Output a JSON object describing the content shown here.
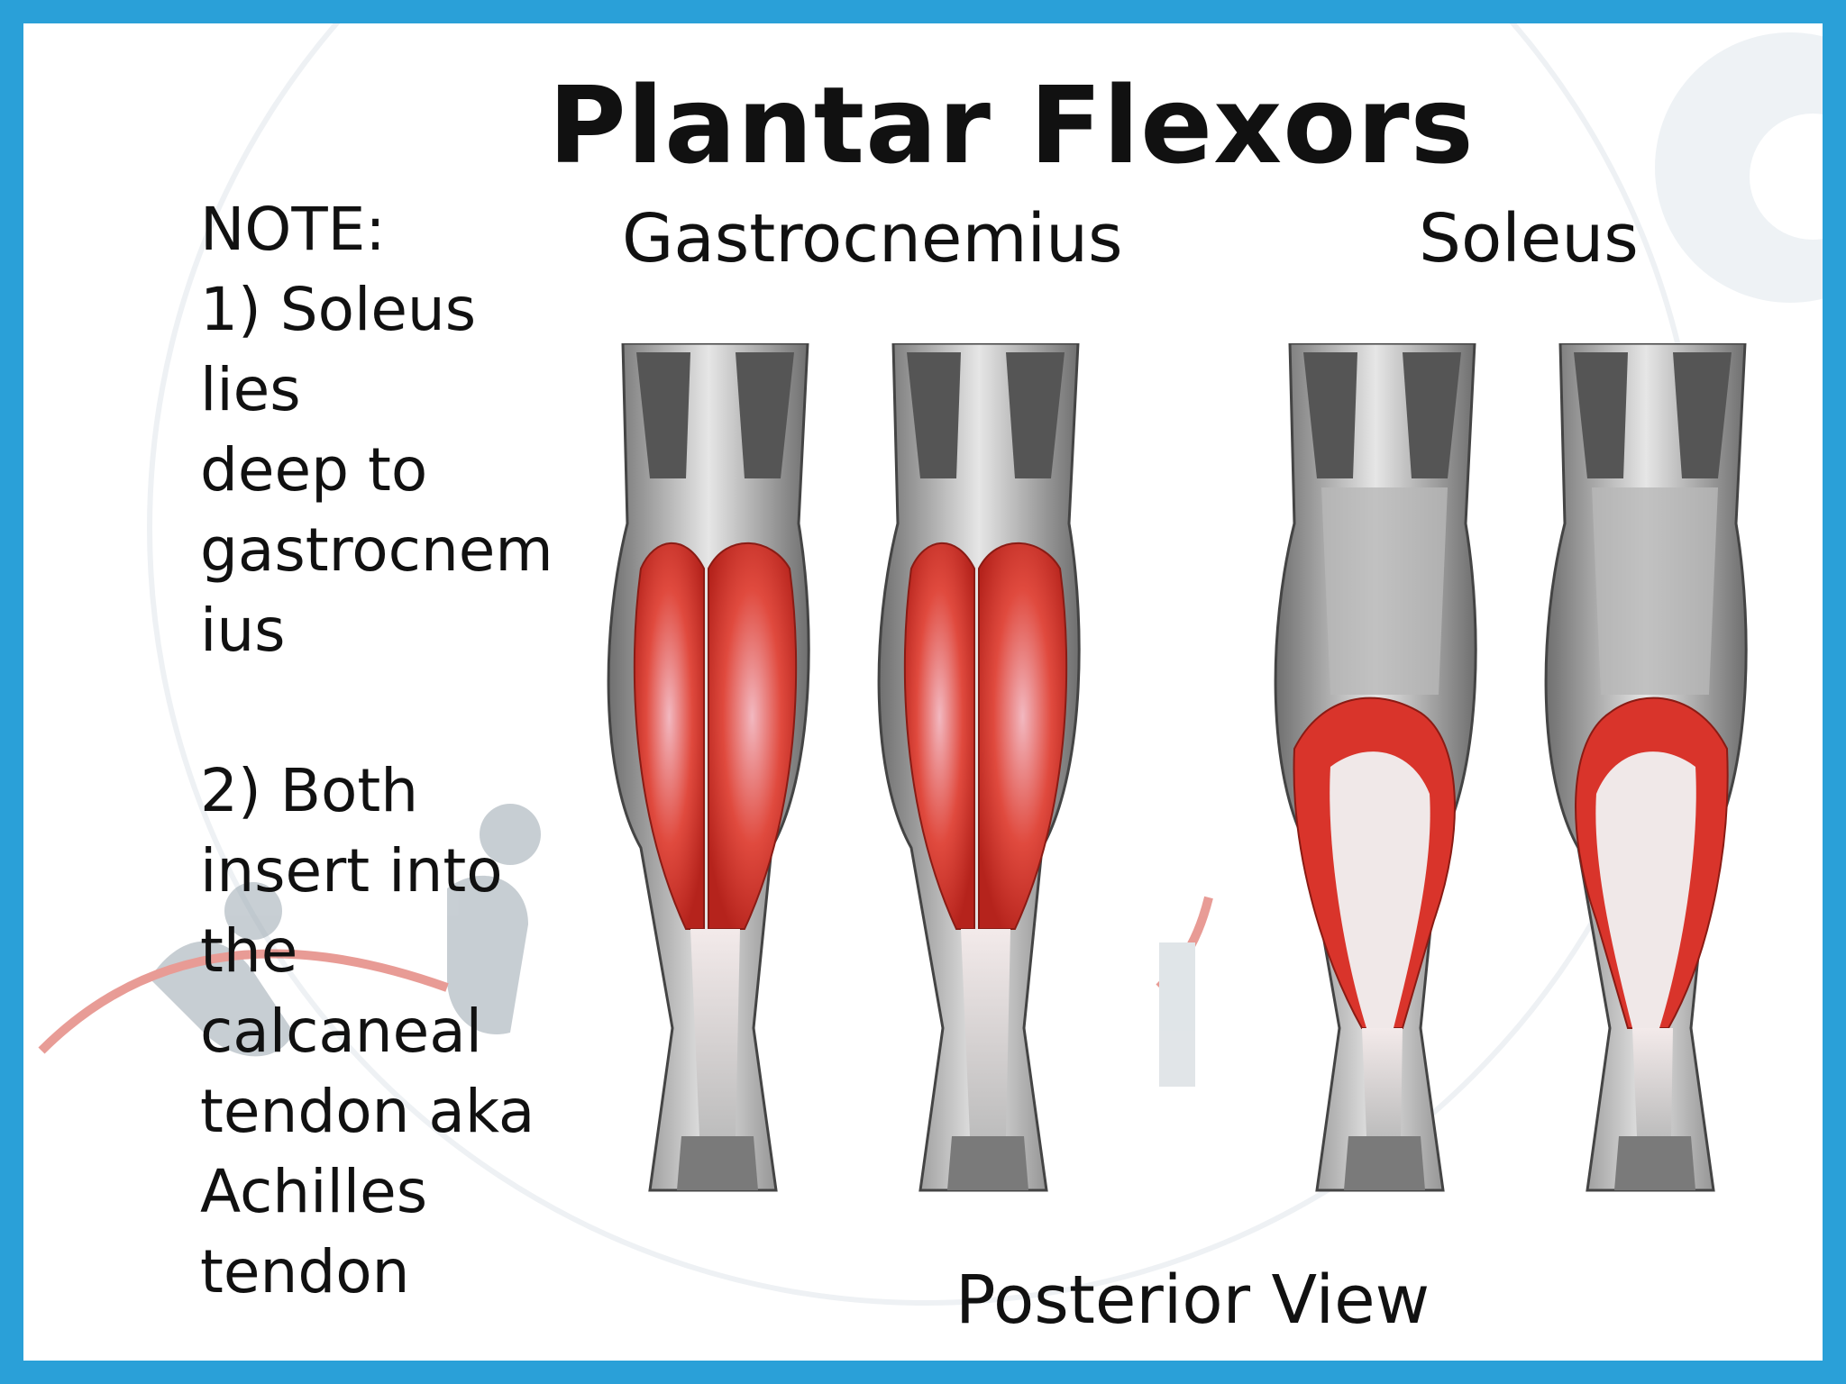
{
  "slide": {
    "title": "Plantar Flexors",
    "note_lines": "NOTE:\n1) Soleus\nlies\ndeep to\ngastrocnem\nius\n\n2) Both\ninsert into\nthe\ncalcaneal\ntendon aka\nAchilles\ntendon",
    "label_gastrocnemius": "Gastrocnemius",
    "label_soleus": "Soleus",
    "label_view": "Posterior View"
  },
  "colors": {
    "frame": "#2aa0d8",
    "muscle": "#d9342b",
    "bone_gray": "#8a8a8a"
  },
  "icons": [
    "leg-gastrocnemius-left-image",
    "leg-gastrocnemius-right-image",
    "leg-soleus-left-image",
    "leg-soleus-right-image",
    "athlete-watermark"
  ]
}
